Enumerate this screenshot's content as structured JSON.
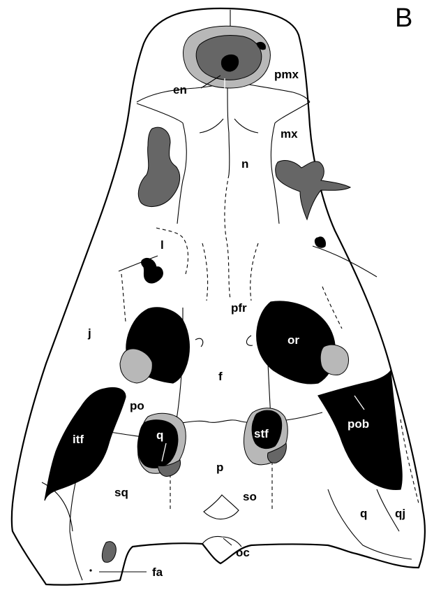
{
  "panel_label": "B",
  "labels": {
    "en": "en",
    "pmx": "pmx",
    "mx": "mx",
    "n": "n",
    "l": "l",
    "pfr": "pfr",
    "j": "j",
    "or": "or",
    "f": "f",
    "po": "po",
    "pob": "pob",
    "itf": "itf",
    "q_left": "q",
    "stf": "stf",
    "p": "p",
    "sq": "sq",
    "so": "so",
    "q_right": "q",
    "qj": "qj",
    "oc": "oc",
    "fa": "fa"
  },
  "colors": {
    "opening": "#000000",
    "matrix_dark": "#666666",
    "matrix_light": "#b8b8b8",
    "bone": "#ffffff"
  }
}
